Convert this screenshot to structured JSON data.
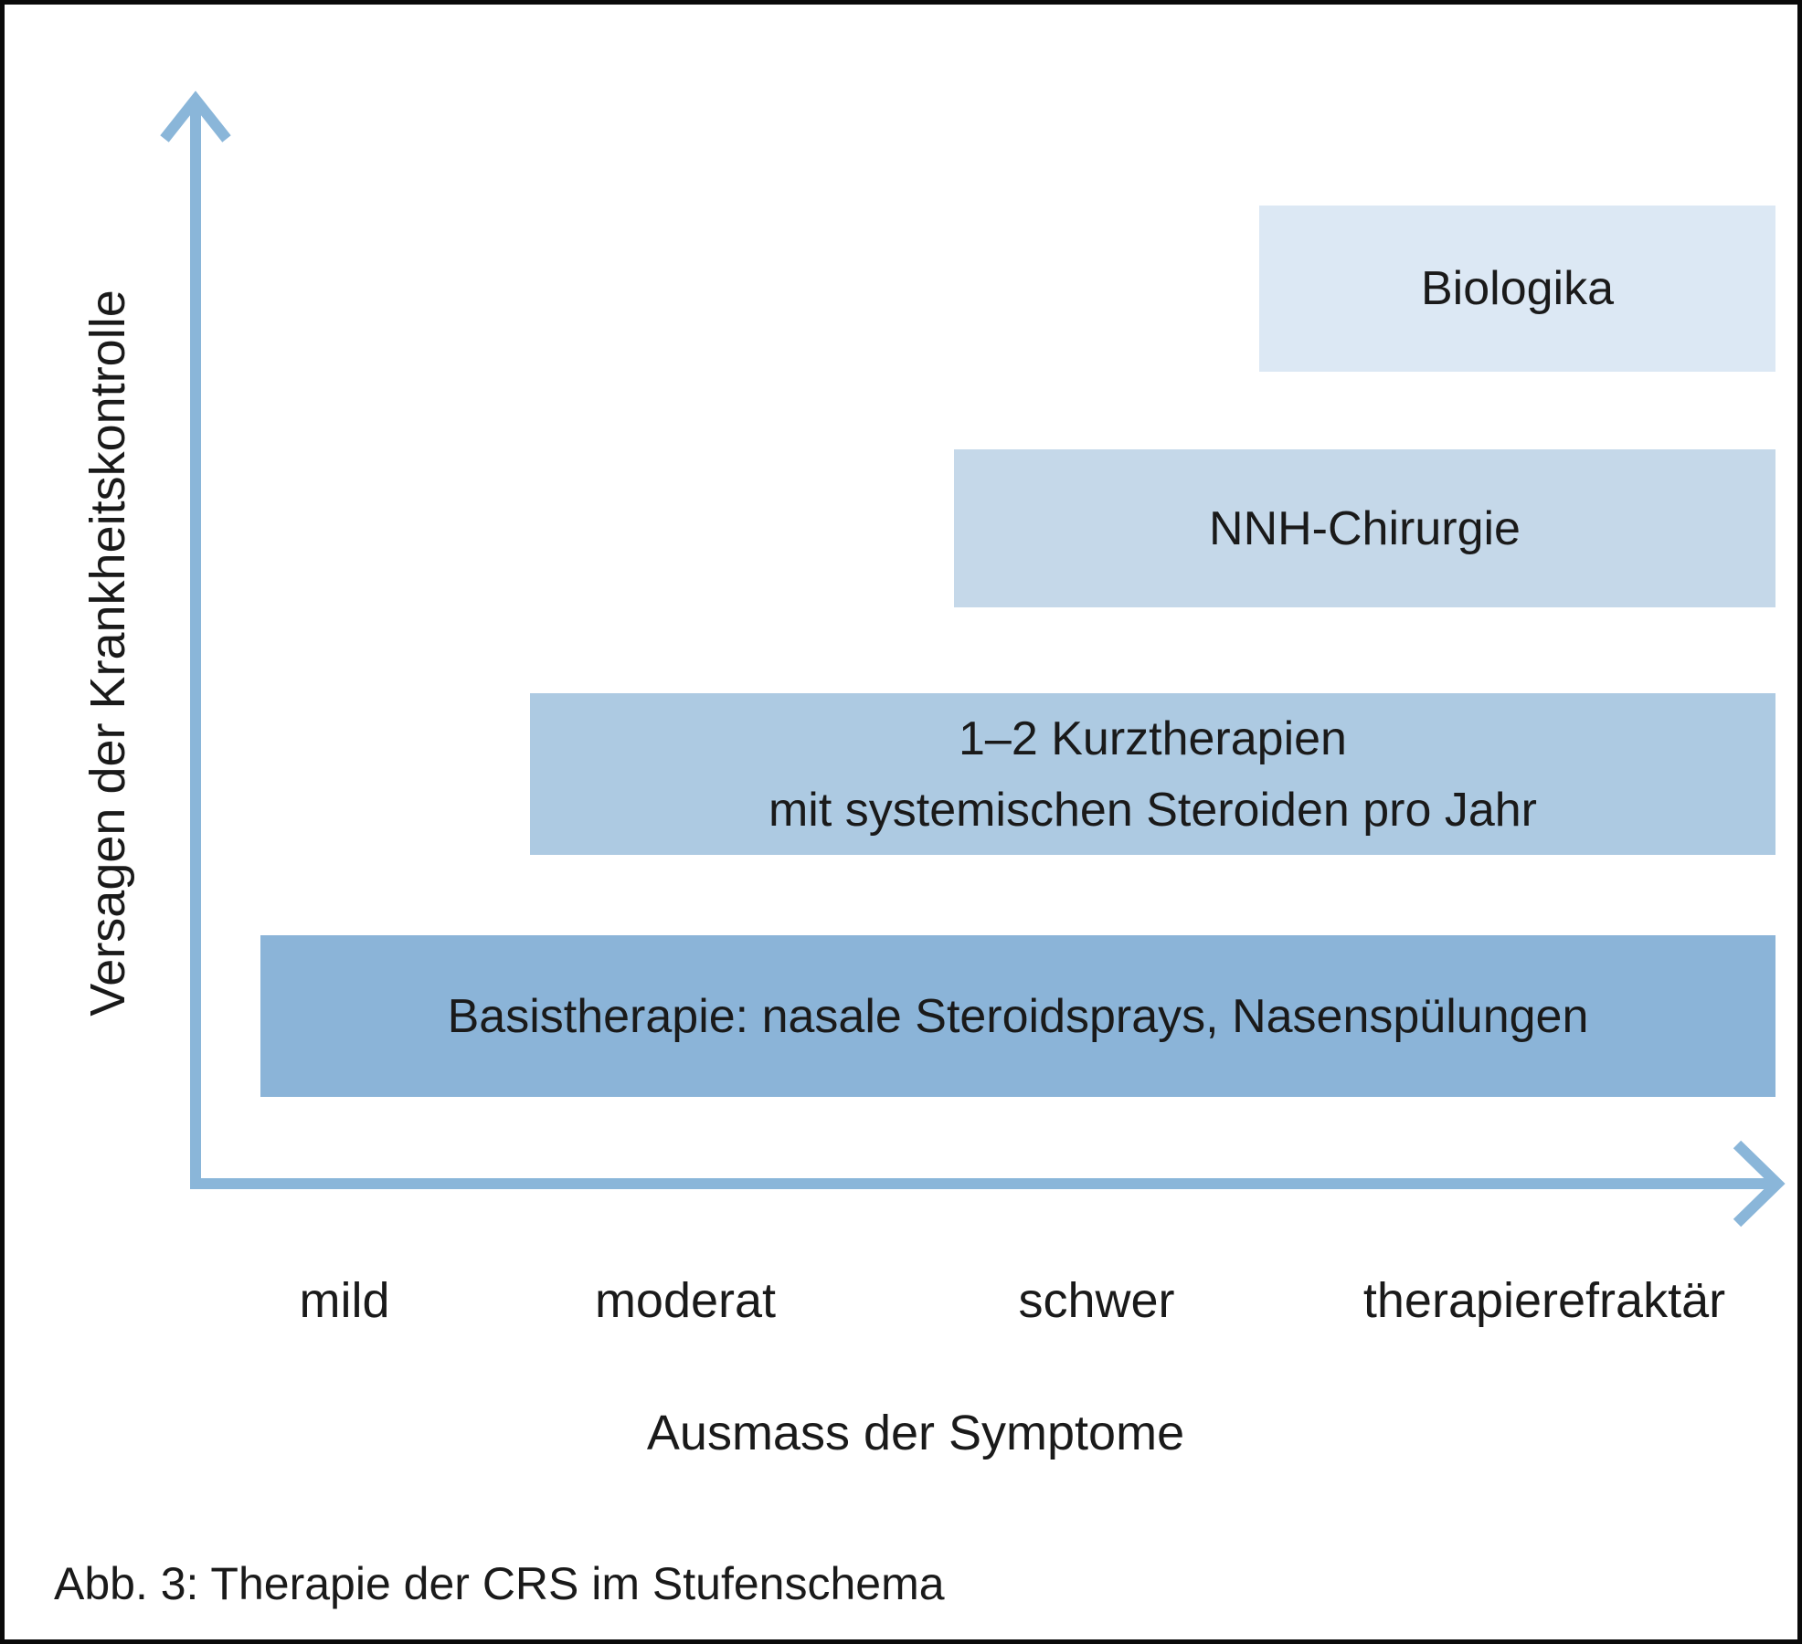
{
  "figure": {
    "caption": "Abb. 3: Therapie der CRS im Stufenschema"
  },
  "axes": {
    "y_label": "Versagen der Krankheitskontrolle",
    "x_label": "Ausmass der Symptome",
    "x_ticks": [
      "mild",
      "moderat",
      "schwer",
      "therapierefraktär"
    ]
  },
  "bars": {
    "basistherapie": {
      "label": "Basistherapie: nasale Steroidsprays, Nasenspülungen"
    },
    "kurztherapien": {
      "line1": "1–2 Kurztherapien",
      "line2": "mit systemischen Steroiden pro Jahr"
    },
    "nnh": {
      "label": "NNH-Chirurgie"
    },
    "biologika": {
      "label": "Biologika"
    }
  },
  "colors": {
    "bar_basistherapie": "#8bb4d8",
    "bar_kurztherapien": "#adcae2",
    "bar_nnh_chirurgie": "#c5d8e9",
    "bar_biologika": "#dce8f4",
    "axis_arrow": "#8ab6d9",
    "text": "#1a1a1a",
    "border": "#0a0a0a"
  },
  "chart_data": {
    "type": "bar",
    "subtype": "step-scheme (horizontal treatment steps, qualitative axes)",
    "title": "Abb. 3: Therapie der CRS im Stufenschema",
    "xlabel": "Ausmass der Symptome",
    "ylabel": "Versagen der Krankheitskontrolle",
    "x_categories": [
      "mild",
      "moderat",
      "schwer",
      "therapierefraktär"
    ],
    "grid": false,
    "legend": false,
    "series": [
      {
        "name": "Basistherapie: nasale Steroidsprays, Nasenspülungen",
        "step_level": 1,
        "x_start": "mild",
        "x_end": "therapierefraktär",
        "color": "#8bb4d8"
      },
      {
        "name": "1–2 Kurztherapien mit systemischen Steroiden pro Jahr",
        "step_level": 2,
        "x_start": "moderat",
        "x_end": "therapierefraktär",
        "color": "#adcae2"
      },
      {
        "name": "NNH-Chirurgie",
        "step_level": 3,
        "x_start": "schwer",
        "x_end": "therapierefraktär",
        "color": "#c5d8e9"
      },
      {
        "name": "Biologika",
        "step_level": 4,
        "x_start": "therapierefraktär",
        "x_end": "therapierefraktär",
        "color": "#dce8f4"
      }
    ]
  }
}
